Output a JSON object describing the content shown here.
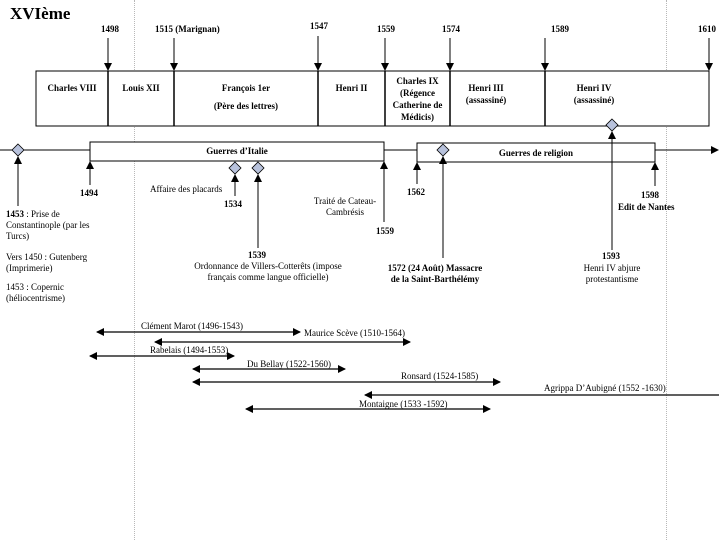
{
  "title": "XVIème",
  "top_years": {
    "y1498": "1498",
    "y1515": "1515 (Marignan)",
    "y1547": "1547",
    "y1559": "1559",
    "y1574": "1574",
    "y1589": "1589",
    "y1610": "1610"
  },
  "reigns": {
    "charles8": "Charles VIII",
    "louis12": "Louis XII",
    "francois1_name": "François 1er",
    "francois1_note": "(Père des lettres)",
    "henri2": "Henri II",
    "charles9": "Charles IX (Régence Catherine de Médicis)",
    "henri3": "Henri III (assassiné)",
    "henri4": "Henri IV (assassiné)"
  },
  "wars": {
    "italie": "Guerres d’Italie",
    "religion": "Guerres de religion"
  },
  "timeline": {
    "y1494": "1494",
    "placards": "Affaire des placards",
    "y1534": "1534",
    "traite": "Traité de Cateau-Cambrésis",
    "y1559b": "1559",
    "y1562": "1562",
    "y1598": "1598",
    "nantes": "Edit de Nantes",
    "y1453": "1453",
    "constantinople": " : Prise de Constantinople (par les Turcs)",
    "gutenberg": "Vers 1450 : Gutenberg (Imprimerie)",
    "copernic": "1453 : Copernic (héliocentrisme)",
    "y1539": "1539",
    "villers": "Ordonnance de Villers-Cotterêts (impose français comme langue officielle)",
    "barthelemy": "1572 (24 Août) Massacre de la Saint-Barthélémy",
    "y1593": "1593",
    "abjure": "Henri IV abjure protestantisme"
  },
  "authors": [
    {
      "label": "Clément Marot (1496-1543)"
    },
    {
      "label": "Maurice Scève (1510-1564)"
    },
    {
      "label": "Rabelais (1494-1553)"
    },
    {
      "label": "Du Bellay (1522-1560)"
    },
    {
      "label": "Ronsard (1524-1585)"
    },
    {
      "label": "Agrippa D’Aubigné  (1552 -1630)"
    },
    {
      "label": "Montaigne (1533 -1592)"
    }
  ]
}
